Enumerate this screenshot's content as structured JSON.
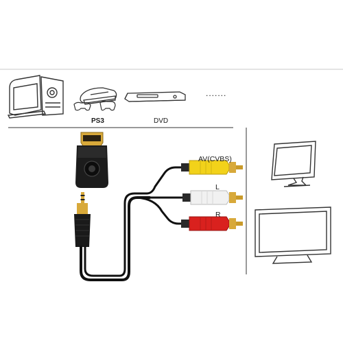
{
  "diagram": {
    "sources": {
      "ps3_label": "PS3",
      "dvd_label": "DVD",
      "more_indicator": "......."
    },
    "connectors": {
      "av_label": "AV(CVBS)",
      "left_label": "L",
      "right_label": "R"
    },
    "colors": {
      "video_plug": "#f2d21a",
      "left_plug": "#f1f1f1",
      "right_plug": "#d9211e",
      "gold_tip": "#d8a93a",
      "cable": "#111111",
      "line_art": "#333333"
    }
  }
}
